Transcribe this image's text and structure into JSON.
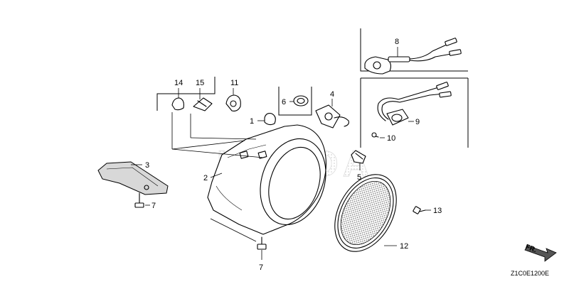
{
  "diagram": {
    "reference_code": "Z1C0E1200E",
    "watermark": "HONDA",
    "direction_label": "FR.",
    "callouts": [
      {
        "id": "c1",
        "label": "1"
      },
      {
        "id": "c2",
        "label": "2"
      },
      {
        "id": "c3",
        "label": "3"
      },
      {
        "id": "c4",
        "label": "4"
      },
      {
        "id": "c5",
        "label": "5"
      },
      {
        "id": "c6",
        "label": "6"
      },
      {
        "id": "c7a",
        "label": "7"
      },
      {
        "id": "c7b",
        "label": "7"
      },
      {
        "id": "c8",
        "label": "8"
      },
      {
        "id": "c9",
        "label": "9"
      },
      {
        "id": "c10",
        "label": "10"
      },
      {
        "id": "c11",
        "label": "11"
      },
      {
        "id": "c12",
        "label": "12"
      },
      {
        "id": "c13",
        "label": "13"
      },
      {
        "id": "c14",
        "label": "14"
      },
      {
        "id": "c15",
        "label": "15"
      }
    ]
  }
}
